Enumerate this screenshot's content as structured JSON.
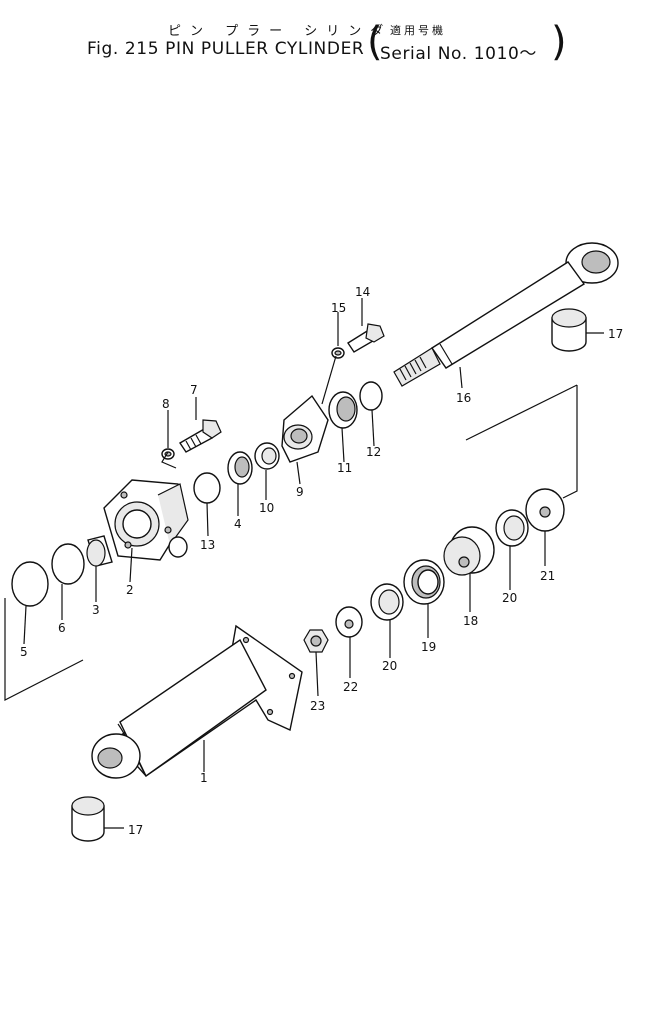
{
  "title": {
    "japanese": "ピン プラー シリンダ",
    "figure": "Fig. 215",
    "name": "PIN PULLER CYLINDER",
    "applicable_jp": "適用号機",
    "serial": "Serial No. 1010～"
  },
  "part_labels": {
    "p1": "1",
    "p2": "2",
    "p3": "3",
    "p4": "4",
    "p5": "5",
    "p6": "6",
    "p7": "7",
    "p8": "8",
    "p9": "9",
    "p10": "10",
    "p11": "11",
    "p12": "12",
    "p13": "13",
    "p14": "14",
    "p15": "15",
    "p16": "16",
    "p17a": "17",
    "p17b": "17",
    "p18": "18",
    "p19": "19",
    "p20a": "20",
    "p20b": "20",
    "p21": "21",
    "p22": "22",
    "p23": "23"
  }
}
